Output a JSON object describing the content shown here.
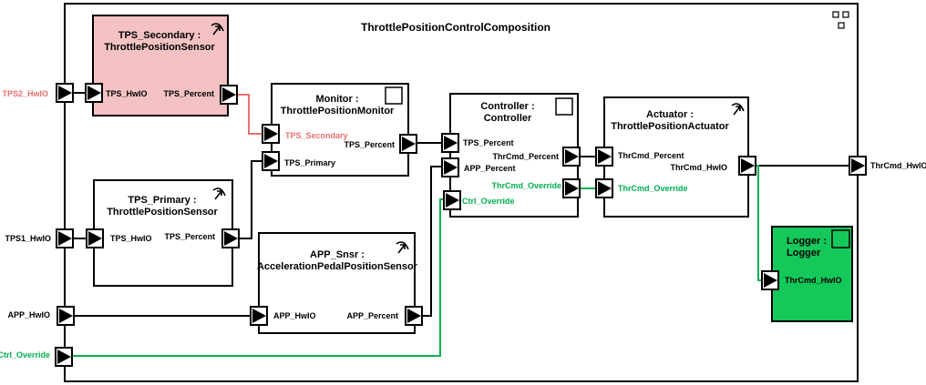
{
  "composition": {
    "title": "ThrottlePositionControlComposition",
    "composition_icon": "composition-icon"
  },
  "colors": {
    "secondary_fill": "#f4c2c2",
    "secondary_line": "#e8706e",
    "logger_fill": "#14c85a",
    "override_line": "#00b050",
    "line": "#000000"
  },
  "outer_ports": {
    "tps2_hwio": "TPS2_HwIO",
    "tps1_hwio": "TPS1_HwIO",
    "app_hwio": "APP_HwIO",
    "ctrl_override": "Ctrl_Override",
    "thrcmd_hwio": "ThrCmd_HwIO"
  },
  "components": {
    "tps_secondary": {
      "name": "TPS_Secondary :",
      "type": "ThrottlePositionSensor",
      "icon": "sensor-actuator-icon",
      "ports": {
        "in": "TPS_HwIO",
        "out": "TPS_Percent"
      }
    },
    "tps_primary": {
      "name": "TPS_Primary :",
      "type": "ThrottlePositionSensor",
      "icon": "sensor-actuator-icon",
      "ports": {
        "in": "TPS_HwIO",
        "out": "TPS_Percent"
      }
    },
    "monitor": {
      "name": "Monitor :",
      "type": "ThrottlePositionMonitor",
      "icon": "application-icon",
      "ports": {
        "in_secondary": "TPS_Secondary",
        "in_primary": "TPS_Primary",
        "out": "TPS_Percent"
      }
    },
    "app_snsr": {
      "name": "APP_Snsr :",
      "type": "AccelerationPedalPositionSensor",
      "icon": "sensor-actuator-icon",
      "ports": {
        "in": "APP_HwIO",
        "out": "APP_Percent"
      }
    },
    "controller": {
      "name": "Controller :",
      "type": "Controller",
      "icon": "application-icon",
      "ports": {
        "in_tps": "TPS_Percent",
        "in_app": "APP_Percent",
        "in_override": "Ctrl_Override",
        "out_percent": "ThrCmd_Percent",
        "out_override": "ThrCmd_Override"
      }
    },
    "actuator": {
      "name": "Actuator :",
      "type": "ThrottlePositionActuator",
      "icon": "sensor-actuator-icon",
      "ports": {
        "in_percent": "ThrCmd_Percent",
        "in_override": "ThrCmd_Override",
        "out": "ThrCmd_HwIO"
      }
    },
    "logger": {
      "name": "Logger :",
      "type": "Logger",
      "icon": "application-icon",
      "ports": {
        "in": "ThrCmd_HwIO"
      }
    }
  }
}
